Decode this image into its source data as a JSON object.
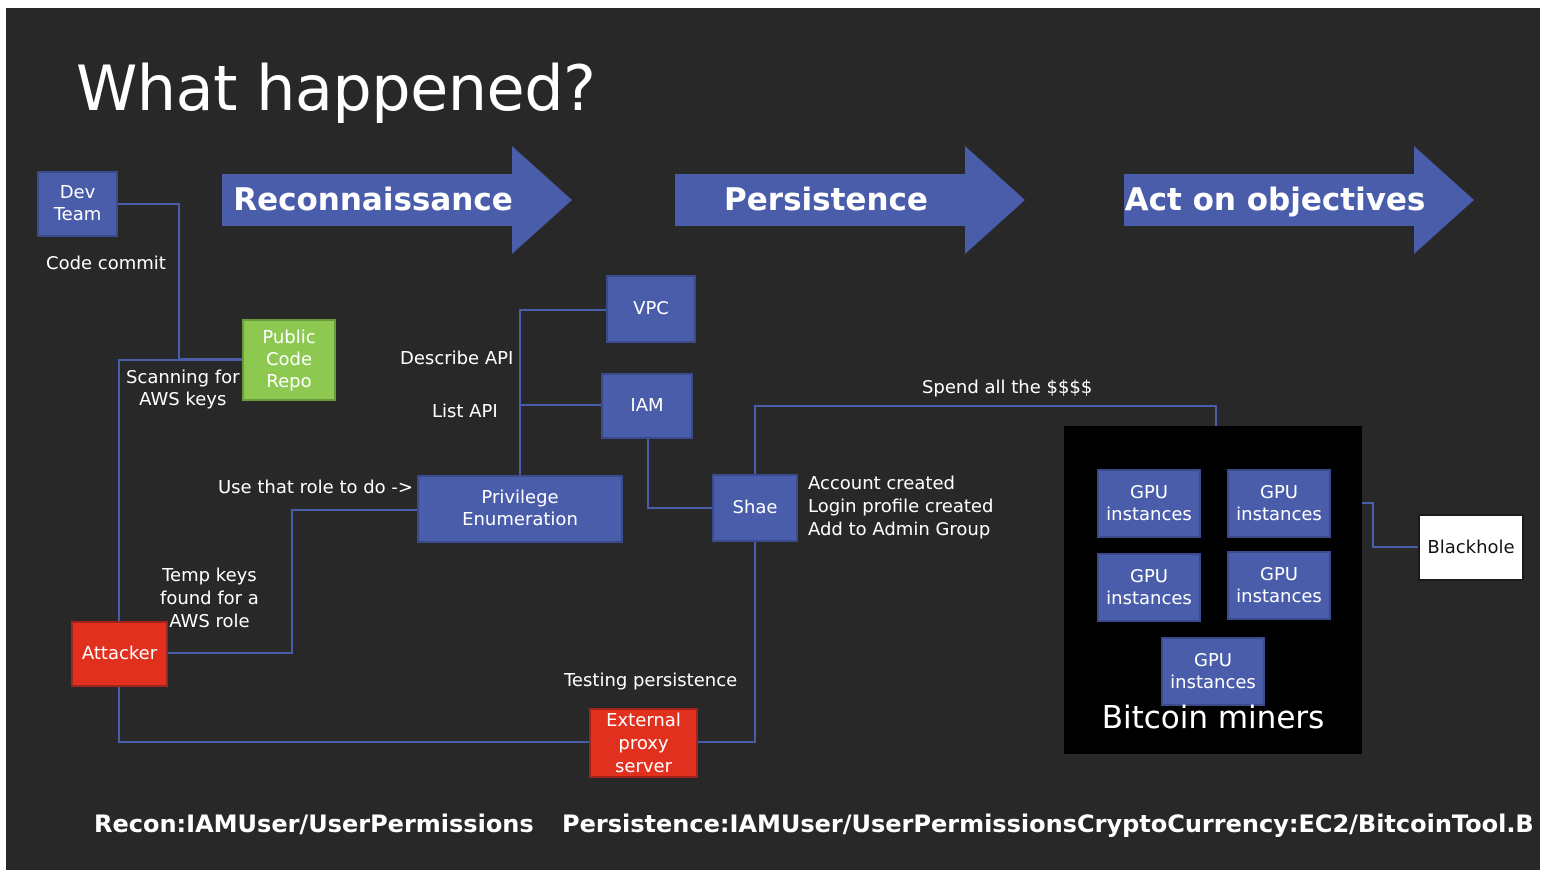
{
  "title": "What happened?",
  "phases": [
    "Reconnaissance",
    "Persistence",
    "Act on objectives"
  ],
  "nodes": {
    "dev_team": "Dev\nTeam",
    "public_repo": "Public\nCode\nRepo",
    "attacker": "Attacker",
    "privilege_enum": "Privilege\nEnumeration",
    "vpc": "VPC",
    "iam": "IAM",
    "shae": "Shae",
    "proxy": "External\nproxy\nserver",
    "gpu": "GPU\ninstances",
    "blackhole": "Blackhole"
  },
  "labels": {
    "code_commit": "Code commit",
    "scanning": "Scanning for\nAWS keys",
    "describe_api": "Describe API",
    "list_api": "List API",
    "use_role": "Use that role to do ->",
    "temp_keys": "Temp keys\nfound for a\nAWS role",
    "spend": "Spend all the $$$$",
    "account_created": "Account created\nLogin profile created\nAdd to Admin Group",
    "testing_persistence": "Testing persistence"
  },
  "miners_title": "Bitcoin miners",
  "findings": [
    "Recon:IAMUser/UserPermissions",
    "Persistence:IAMUser/UserPermissions",
    "CryptoCurrency:EC2/BitcoinTool.B"
  ],
  "colors": {
    "background": "#282828",
    "box_blue": "#4a5dab",
    "box_green": "#8dc951",
    "box_red": "#e2301f",
    "line": "#4a5dab"
  }
}
